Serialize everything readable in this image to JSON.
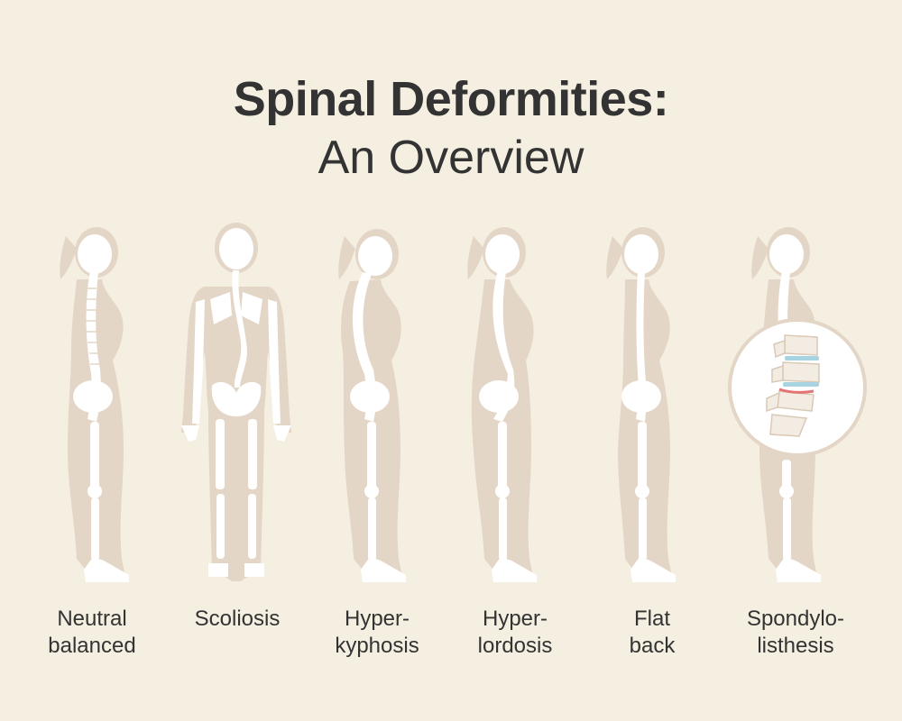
{
  "title": "Spinal Deformities:",
  "subtitle": "An Overview",
  "colors": {
    "background": "#f5efe1",
    "silhouette": "#e4d6c6",
    "bone": "#ffffff",
    "text": "#333333",
    "disc_highlight": "#a8d3e0",
    "slip_highlight": "#e57373"
  },
  "figures": [
    {
      "caption_line1": "Neutral",
      "caption_line2": "balanced"
    },
    {
      "caption_line1": "Scoliosis",
      "caption_line2": ""
    },
    {
      "caption_line1": "Hyper-",
      "caption_line2": "kyphosis"
    },
    {
      "caption_line1": "Hyper-",
      "caption_line2": "lordosis"
    },
    {
      "caption_line1": "Flat",
      "caption_line2": "back"
    },
    {
      "caption_line1": "Spondylo-",
      "caption_line2": "listhesis"
    }
  ]
}
